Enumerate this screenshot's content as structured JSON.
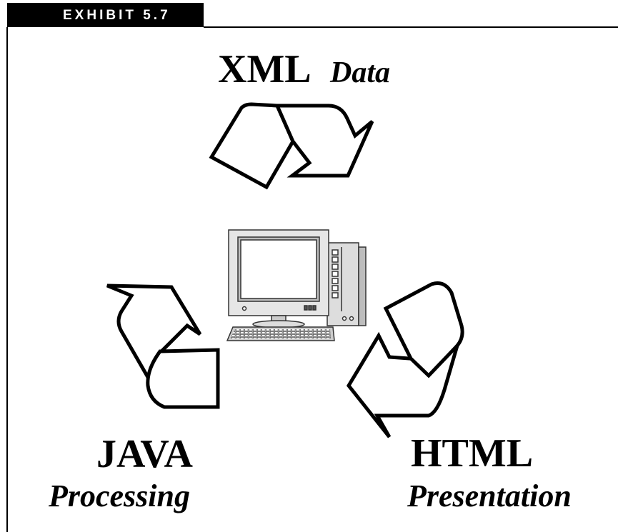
{
  "header": {
    "exhibit_label": "EXHIBIT 5.7"
  },
  "nodes": {
    "xml": {
      "title": "XML",
      "subtitle": "Data"
    },
    "java": {
      "title": "JAVA",
      "subtitle": "Processing"
    },
    "html": {
      "title": "HTML",
      "subtitle": "Presentation"
    }
  },
  "icons": {
    "center": "desktop-computer-icon",
    "cycle_arrows": "recycle-arrow-icon"
  },
  "colors": {
    "ink": "#000000",
    "background": "#ffffff",
    "header_text": "#ffffff",
    "computer_body": "#e6e6e6",
    "computer_shadow": "#bdbdbd"
  }
}
